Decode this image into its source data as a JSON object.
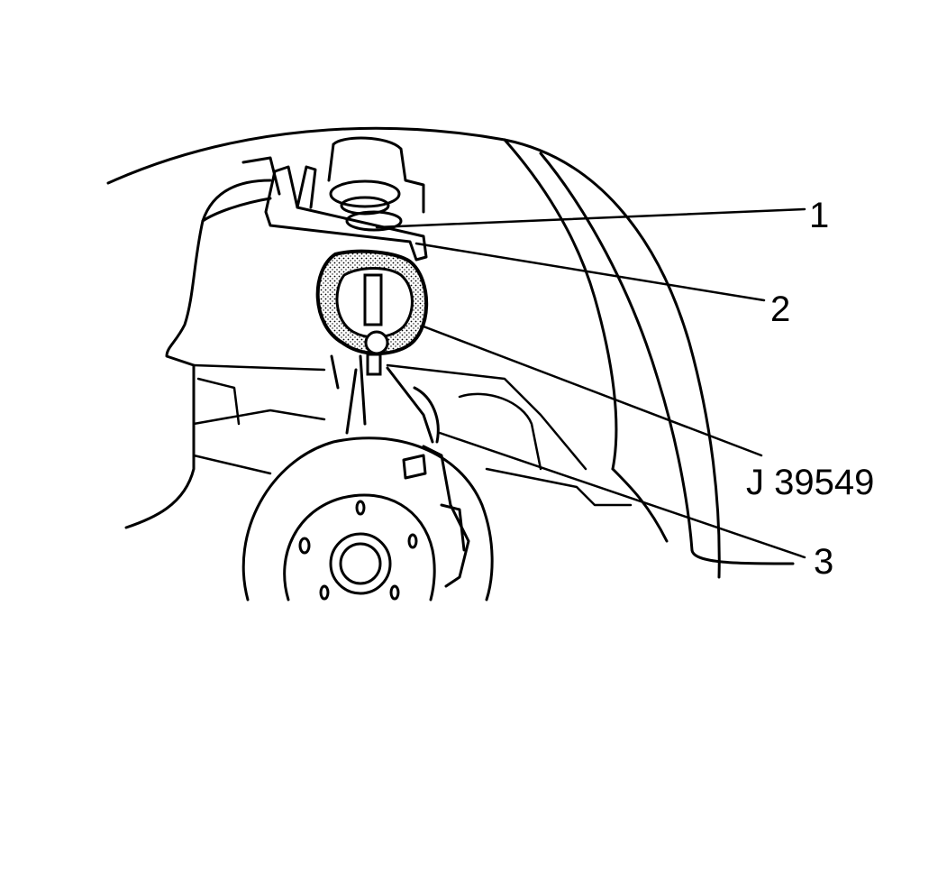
{
  "callouts": {
    "c1": "1",
    "c2": "2",
    "tool": "J 39549",
    "c3": "3"
  },
  "colors": {
    "ink": "#000000",
    "background": "#ffffff"
  }
}
